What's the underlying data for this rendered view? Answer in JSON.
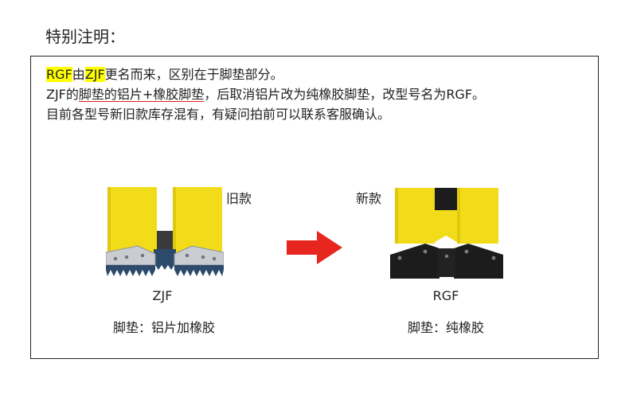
{
  "heading": "特别注明：",
  "notice": {
    "line1": {
      "rgf": "RGF",
      "you": "由",
      "zjf": "ZJF",
      "rest": "更名而来，区别在于脚垫部分。"
    },
    "line2": {
      "zjf_de": "ZJF的",
      "underlined": "脚垫的铝片+橡胶脚垫",
      "rest": "，后取消铝片改为纯橡胶脚垫，改型号名为RGF。"
    },
    "line3": "目前各型号新旧款库存混有，有疑问拍前可以联系客服确认。"
  },
  "old_item": {
    "tag": "旧款",
    "model": "ZJF",
    "foot_desc": "脚垫：铝片加橡胶"
  },
  "new_item": {
    "tag": "新款",
    "model": "RGF",
    "foot_desc": "脚垫：纯橡胶"
  },
  "colors": {
    "ladder_yellow": "#f2dc1a",
    "arrow_red": "#e6261f",
    "highlight": "#ffff00",
    "underline_red": "#e02020",
    "rubber": "#1c1c1c",
    "aluminum": "#c9ccd1",
    "blue_rubber": "#2c4a6a"
  }
}
